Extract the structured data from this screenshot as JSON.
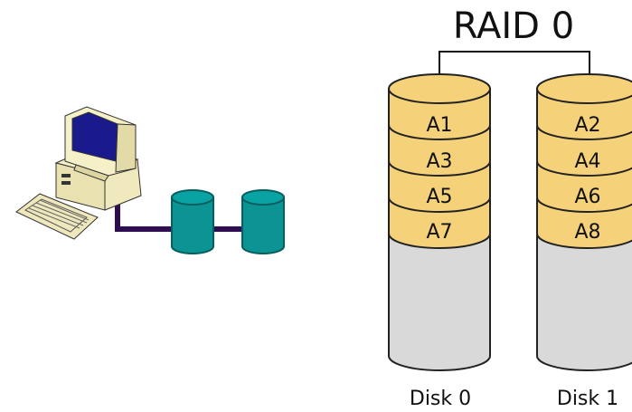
{
  "title": "RAID 0",
  "disks": [
    {
      "label": "Disk 0",
      "blocks": [
        "A1",
        "A3",
        "A5",
        "A7"
      ]
    },
    {
      "label": "Disk 1",
      "blocks": [
        "A2",
        "A4",
        "A6",
        "A8"
      ]
    }
  ],
  "icons": [
    "computer-icon",
    "keyboard-icon",
    "disk-cylinder-icon"
  ],
  "colors": {
    "block_fill": "#f5d27a",
    "disk_fill": "#d9d9d9",
    "outline": "#222222",
    "cable": "#2e0d50",
    "storage": "#0c9393",
    "storage_dark": "#067373",
    "computer_case": "#f5f0c8",
    "screen": "#1a1a8c"
  }
}
